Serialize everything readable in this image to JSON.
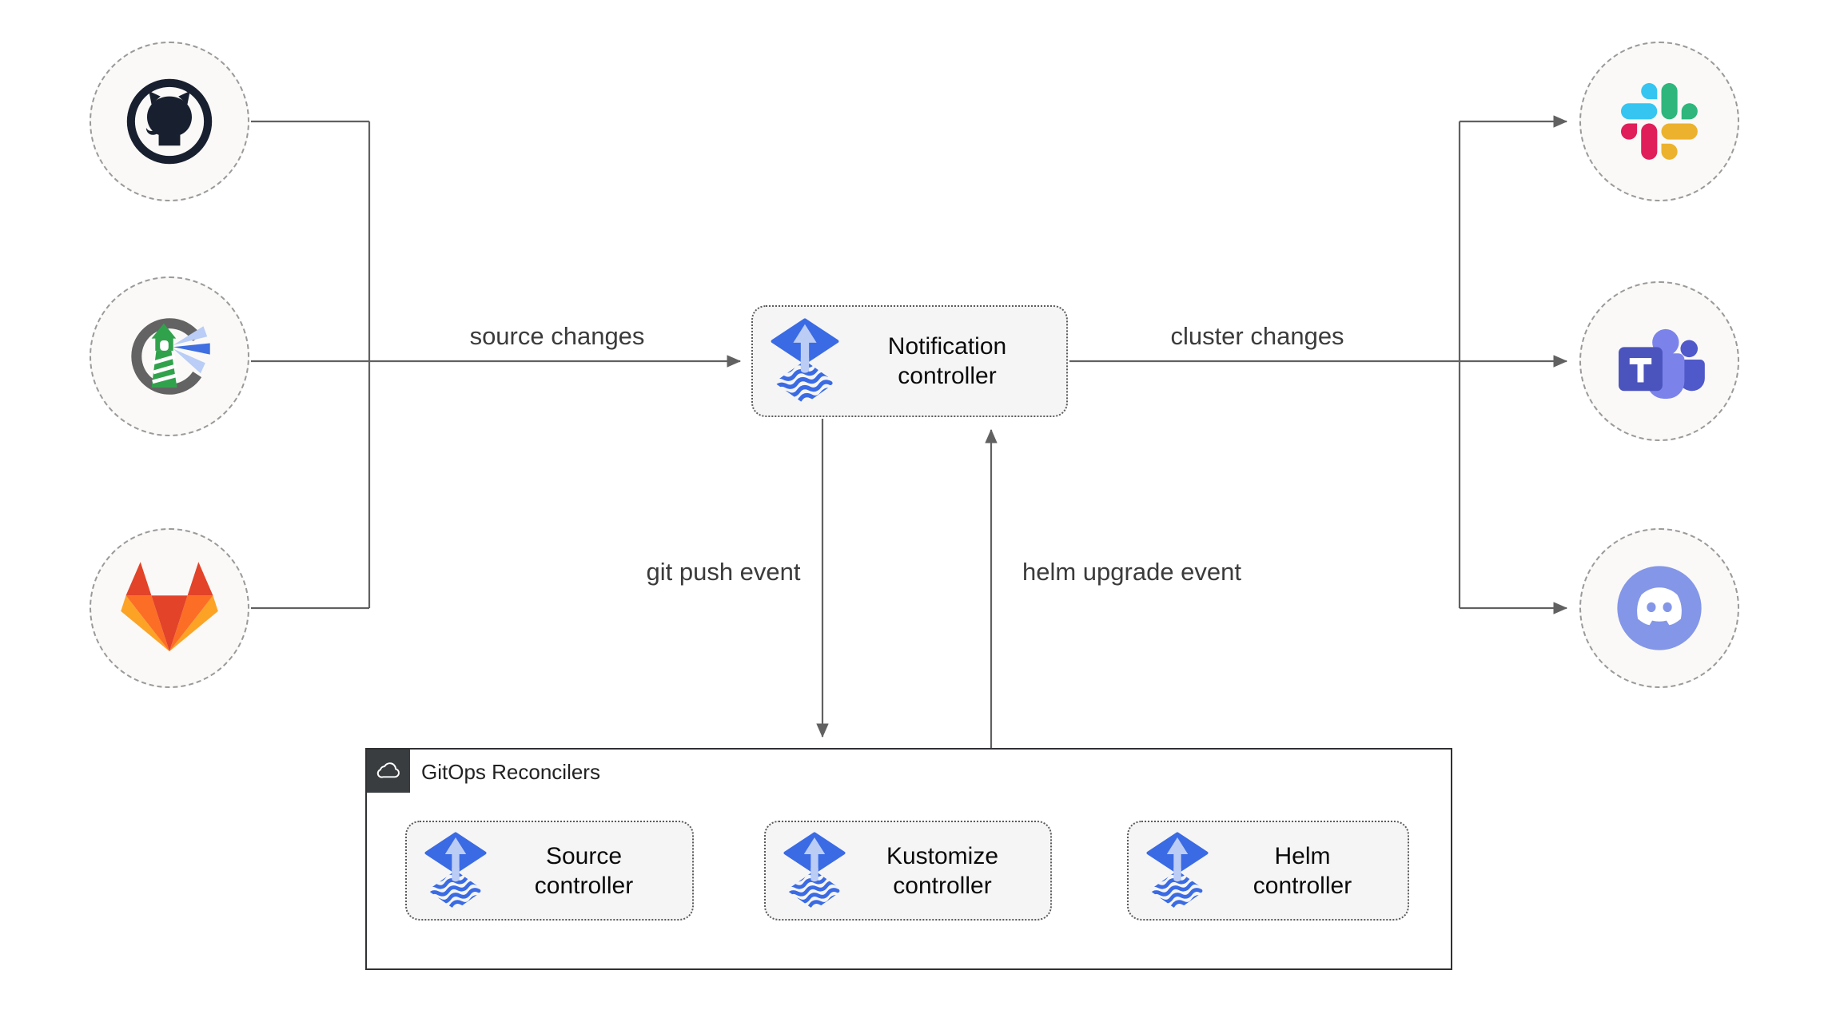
{
  "labels": {
    "source_changes": "source changes",
    "cluster_changes": "cluster changes",
    "git_push": "git push event",
    "helm_upgrade": "helm upgrade event"
  },
  "notification_controller": {
    "line1": "Notification",
    "line2": "controller"
  },
  "reconcilers_group": {
    "title": "GitOps Reconcilers"
  },
  "controllers": [
    {
      "line1": "Source",
      "line2": "controller"
    },
    {
      "line1": "Kustomize",
      "line2": "controller"
    },
    {
      "line1": "Helm",
      "line2": "controller"
    }
  ],
  "source_nodes": [
    {
      "icon": "github-icon"
    },
    {
      "icon": "harbor-icon"
    },
    {
      "icon": "gitlab-icon"
    }
  ],
  "target_nodes": [
    {
      "icon": "slack-icon"
    },
    {
      "icon": "microsoft-teams-icon"
    },
    {
      "icon": "discord-icon"
    }
  ],
  "colors": {
    "connector": "#616161",
    "label_text": "#3b3b3b",
    "circle_border": "#9a9a9a",
    "circle_fill": "#faf9f7",
    "box_fill": "#f5f5f5",
    "box_border": "#5b5b5b",
    "group_border": "#2f3133",
    "badge_bg": "#393d40",
    "flux_blue": "#3a6be4",
    "flux_arrow": "#bccdf5",
    "github_dark": "#182030",
    "gitlab_red": "#e24329",
    "gitlab_orange": "#fc6d26",
    "gitlab_yellow": "#fca326",
    "harbor_green": "#31a24c",
    "slack_blue": "#36c5f0",
    "slack_green": "#2eb67d",
    "slack_red": "#e01e5a",
    "slack_yellow": "#ecb22e",
    "teams_purple": "#4b53bc",
    "teams_light": "#7b83eb",
    "discord_blurple": "#8496e8"
  }
}
